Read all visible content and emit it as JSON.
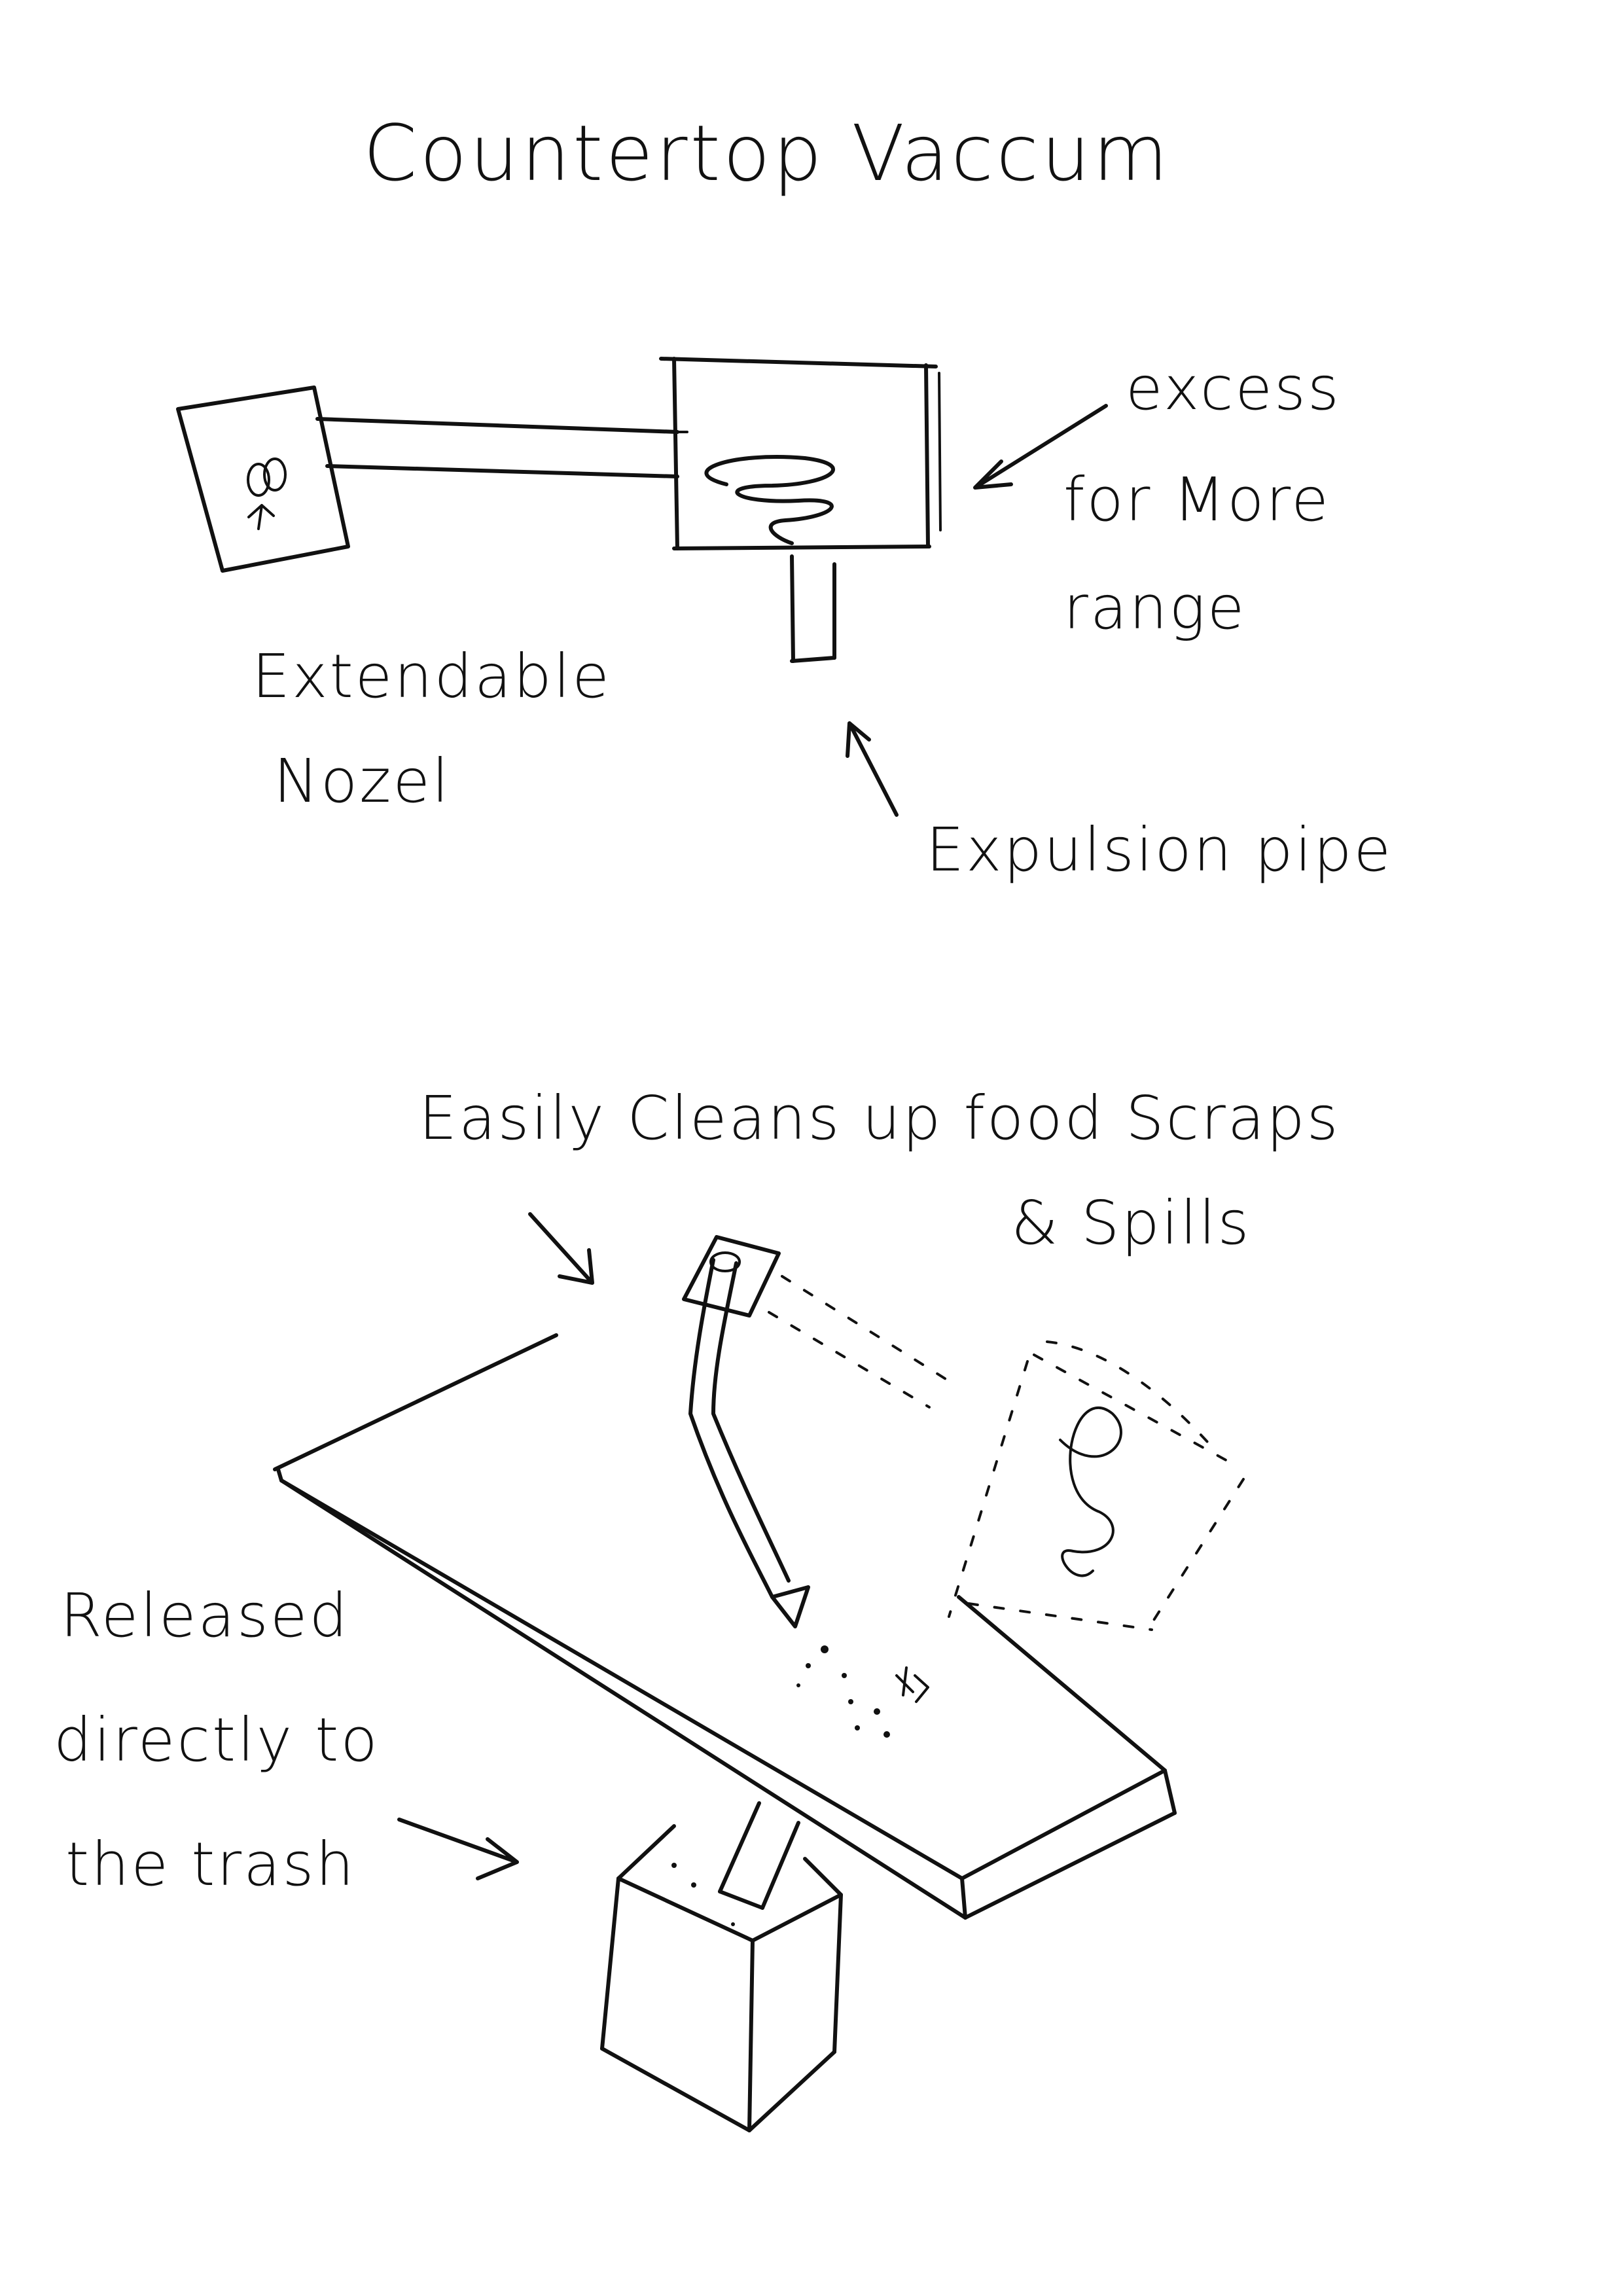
{
  "title": "Countertop Vaccum",
  "labels": {
    "nozzle": [
      "Extendable",
      "Nozel"
    ],
    "excess": [
      "excess",
      "for More",
      "range"
    ],
    "expulsion": "Expulsion pipe",
    "cleans": [
      "Easily Cleans up  food Scraps",
      "& Spills"
    ],
    "released": [
      "Released",
      "directly to",
      "the trash"
    ]
  },
  "colors": {
    "ink": "#111111",
    "paper": "#ffffff"
  }
}
